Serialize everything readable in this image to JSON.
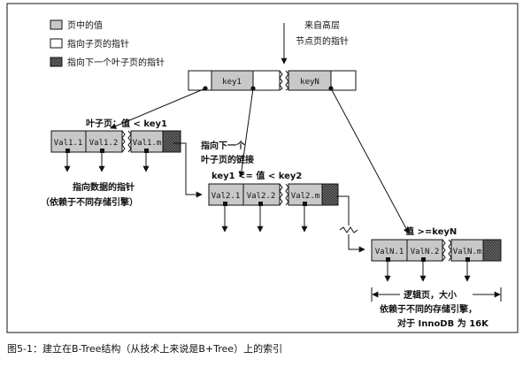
{
  "legend": {
    "value_label": "页中的值",
    "child_pointer_label": "指向子页的指针",
    "next_leaf_pointer_label": "指向下一个叶子页的指针"
  },
  "root": {
    "caption_line1": "来自高层",
    "caption_line2": "节点页的指针",
    "key1": "key1",
    "keyN": "keyN"
  },
  "leaf1": {
    "label": "叶子页：值 < key1",
    "cells": [
      "Val1.1",
      "Val1.2",
      "Val1.m"
    ],
    "data_pointer_line1": "指向数据的指针",
    "data_pointer_line2": "（依赖于不同存储引擎）"
  },
  "next_leaf_link": {
    "line1": "指向下一个",
    "line2": "叶子页的链接"
  },
  "leaf2": {
    "label": "key1 <= 值 < key2",
    "cells": [
      "Val2.1",
      "Val2.2",
      "Val2.m"
    ]
  },
  "leafN": {
    "label": "值 >=keyN",
    "cells": [
      "ValN.1",
      "ValN.2",
      "ValN.m"
    ],
    "page_note_line1": "逻辑页，大小",
    "page_note_line2": "依赖于不同的存储引擎，",
    "page_note_line3": "对于 InnoDB 为 16K"
  },
  "caption": "图5-1：建立在B-Tree结构（从技术上来说是B+Tree）上的索引",
  "colors": {
    "value_fill": "#c8c8c8",
    "pointer_fill": "#ffffff",
    "next_pointer_fill": "#555555",
    "ink": "#111111"
  }
}
